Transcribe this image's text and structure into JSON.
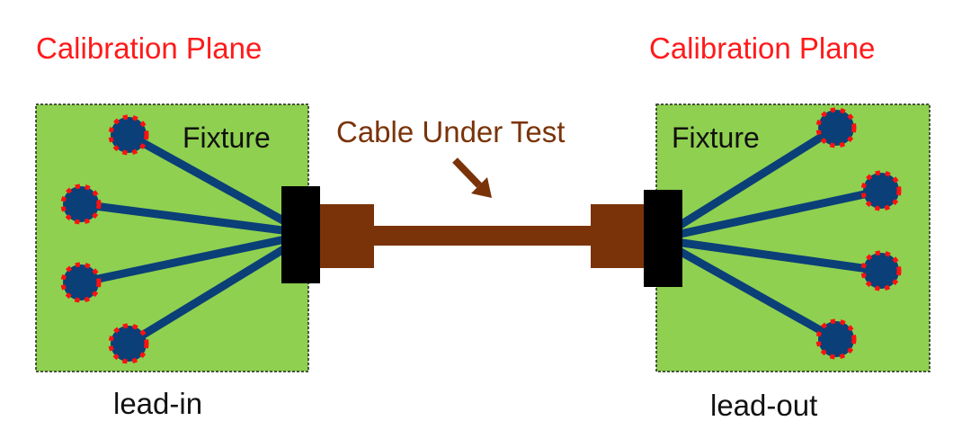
{
  "title_left": "Calibration Plane",
  "title_right": "Calibration Plane",
  "cable_label": "Cable Under Test",
  "fixture_left": {
    "label": "Fixture",
    "caption": "lead-in",
    "pad_count": 4
  },
  "fixture_right": {
    "label": "Fixture",
    "caption": "lead-out",
    "pad_count": 4
  },
  "colors": {
    "calibration_text": "#ff1a1a",
    "cable": "#7a3309",
    "fixture_fill": "#8fd050",
    "trace": "#0a3f78",
    "pad_fill": "#0a3f78",
    "pad_dots": "#ff1010",
    "connector": "#000000",
    "text": "#111111"
  }
}
